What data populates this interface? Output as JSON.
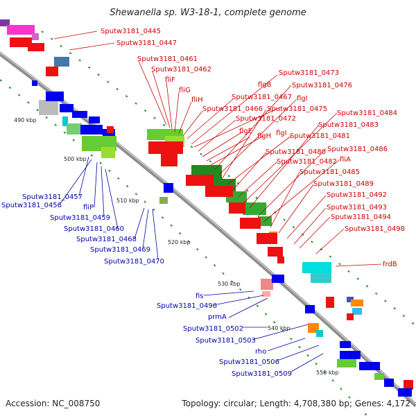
{
  "title": "Shewanella sp. W3-18-1, complete genome",
  "footer": {
    "accession": "Accession: NC_008750",
    "summary": "Topology: circular; Length: 4,708,380 bp; Genes: 4,172"
  },
  "scale_labels": [
    "490 kbp",
    "500 kbp",
    "510 kbp",
    "520 kbp",
    "530 kbp",
    "540 kbp",
    "550 kbp"
  ],
  "outer_labels": [
    "Sputw3181_0445",
    "Sputw3181_0447",
    "Sputw3181_0461",
    "Sputw3181_0462",
    "fliF",
    "fliG",
    "fliH",
    "Sputw3181_0466",
    "Sputw3181_0467",
    "flgB",
    "Sputw3181_0472",
    "flgE",
    "flgH",
    "flgI",
    "Sputw3181_0473",
    "Sputw3181_0476",
    "flgI",
    "Sputw3181_0475",
    "Sputw3181_0481",
    "Sputw3181_0480",
    "Sputw3181_0482",
    "Sputw3181_0484",
    "Sputw3181_0483",
    "Sputw3181_0486",
    "fliA",
    "Sputw3181_0485",
    "Sputw3181_0489",
    "Sputw3181_0492",
    "Sputw3181_0493",
    "Sputw3181_0494",
    "Sputw3181_0498",
    "frdB"
  ],
  "inner_labels": [
    "Sputw3181_0457",
    "Sputw3181_0456",
    "fliP",
    "Sputw3181_0459",
    "Sputw3181_0460",
    "Sputw3181_0468",
    "Sputw3181_0469",
    "Sputw3181_0470",
    "fis",
    "Sputw3181_0496",
    "prmA",
    "Sputw3181_0502",
    "Sputw3181_0503",
    "rho",
    "Sputw3181_0506",
    "Sputw3181_0509"
  ],
  "colors": {
    "backbone": "#8a8a8a",
    "outer_label": "#cc0000",
    "inner_label": "#0000aa",
    "tick": "#2e8b2e"
  }
}
